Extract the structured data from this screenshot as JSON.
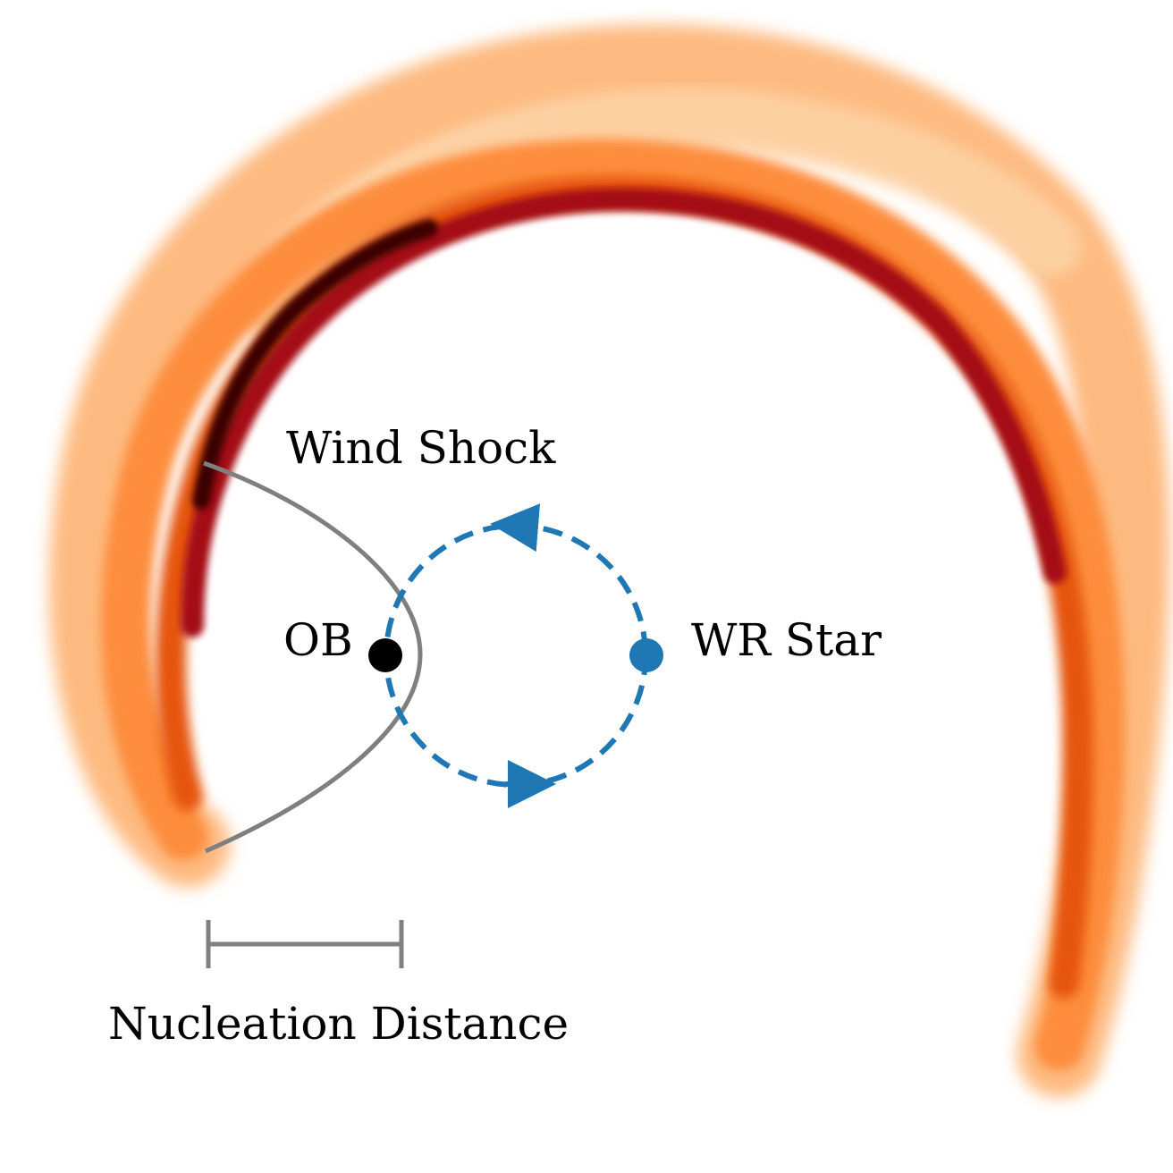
{
  "labels": {
    "wind_shock": "Wind Shock",
    "ob": "OB",
    "wr_star": "WR Star",
    "nucleation_distance": "Nucleation Distance"
  },
  "colors": {
    "orbit": "#1f77b4",
    "wr_star": "#1f77b4",
    "ob_star": "#000000",
    "shock_curve": "#7f7f7f",
    "scale_bar": "#7f7f7f",
    "dust_light": "#fdd0a2",
    "dust_mid": "#fd8d3c",
    "dust_strong": "#e6550d",
    "dust_dark": "#a50f15",
    "dust_peak": "#3b0000"
  }
}
